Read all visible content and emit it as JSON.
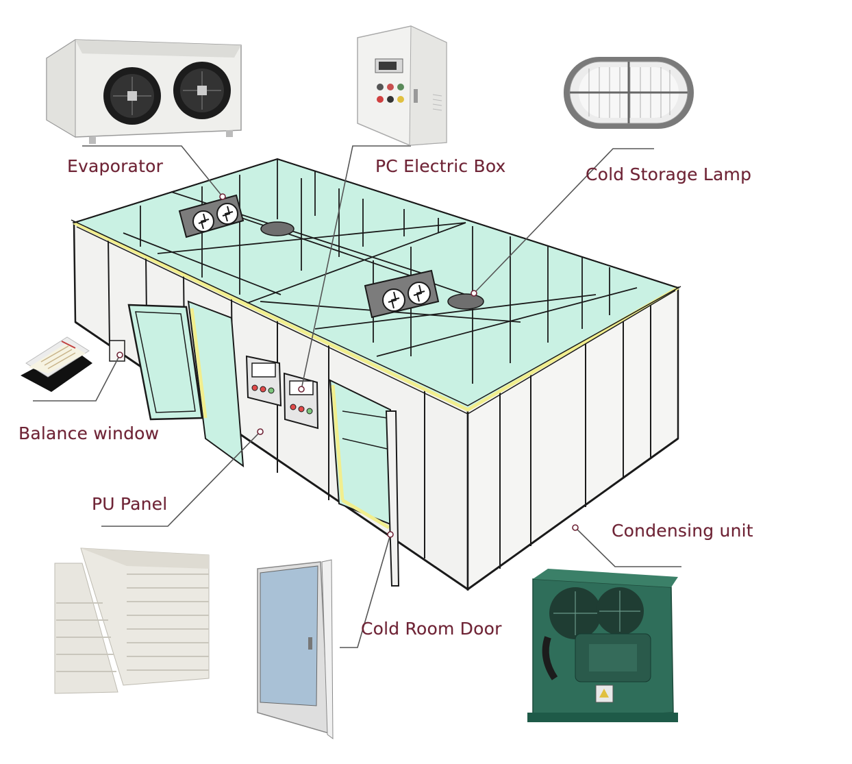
{
  "labels": {
    "evaporator": "Evaporator",
    "pc_electric_box": "PC Electric Box",
    "cold_storage_lamp": "Cold Storage Lamp",
    "balance_window": "Balance window",
    "pu_panel": "PU Panel",
    "condensing_unit": "Condensing unit",
    "cold_room_door": "Cold Room Door"
  },
  "colors": {
    "label_text": "#6e2335",
    "glass_panel": "#bfeee0",
    "panel_white": "#f2f2f0",
    "outline": "#1a1a1a",
    "seal_yellow": "#f1ee8e",
    "unit_green": "#2f6e5a"
  }
}
